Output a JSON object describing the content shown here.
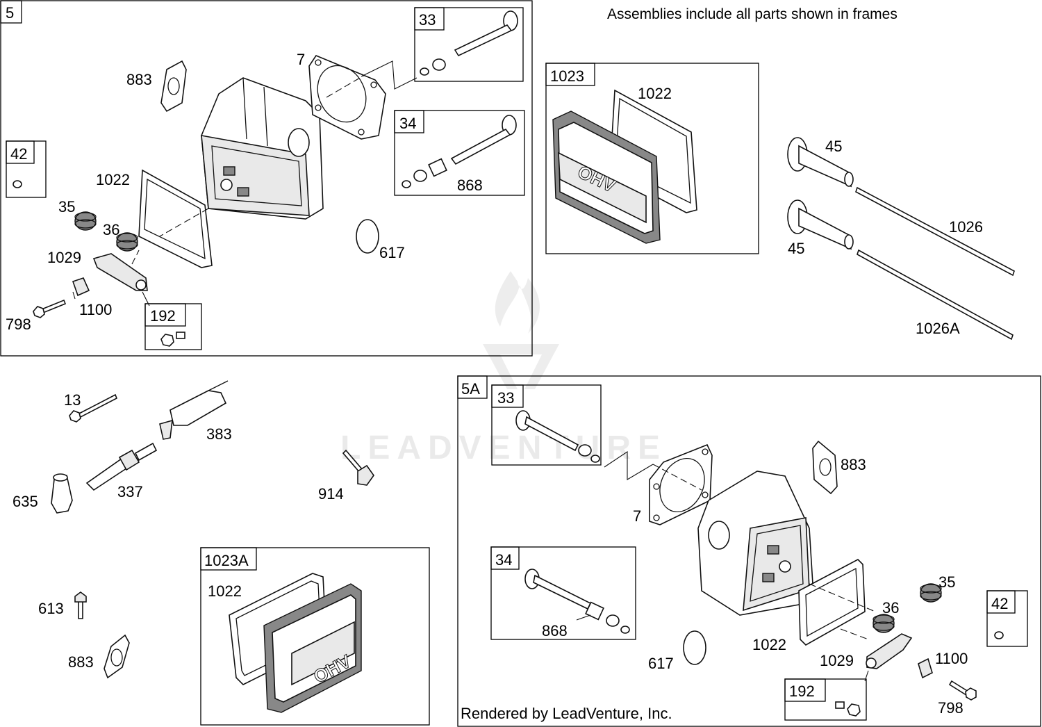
{
  "header_note": "Assemblies include all parts shown in frames",
  "footer_note": "Rendered by LeadVenture, Inc.",
  "watermark": "LEADVENTURE",
  "frames": {
    "f5": "5",
    "f33": "33",
    "f34": "34",
    "f42": "42",
    "f192": "192",
    "f1023": "1023",
    "f5A": "5A",
    "f33b": "33",
    "f34b": "34",
    "f42b": "42",
    "f192b": "192",
    "f1023A": "1023A"
  },
  "labels": {
    "p883a": "883",
    "p7a": "7",
    "p1022a": "1022",
    "p35a": "35",
    "p36a": "36",
    "p1029a": "1029",
    "p798a": "798",
    "p1100a": "1100",
    "p868a": "868",
    "p617a": "617",
    "p1022b": "1022",
    "p45a": "45",
    "p45b": "45",
    "p1026": "1026",
    "p1026A": "1026A",
    "p13": "13",
    "p383": "383",
    "p635": "635",
    "p337": "337",
    "p914": "914",
    "p613": "613",
    "p883b": "883",
    "p1022c": "1022",
    "p883c": "883",
    "p7b": "7",
    "p868b": "868",
    "p35b": "35",
    "p36b": "36",
    "p1022d": "1022",
    "p617b": "617",
    "p1029b": "1029",
    "p1100b": "1100",
    "p798b": "798"
  },
  "cover_text": "OHV"
}
